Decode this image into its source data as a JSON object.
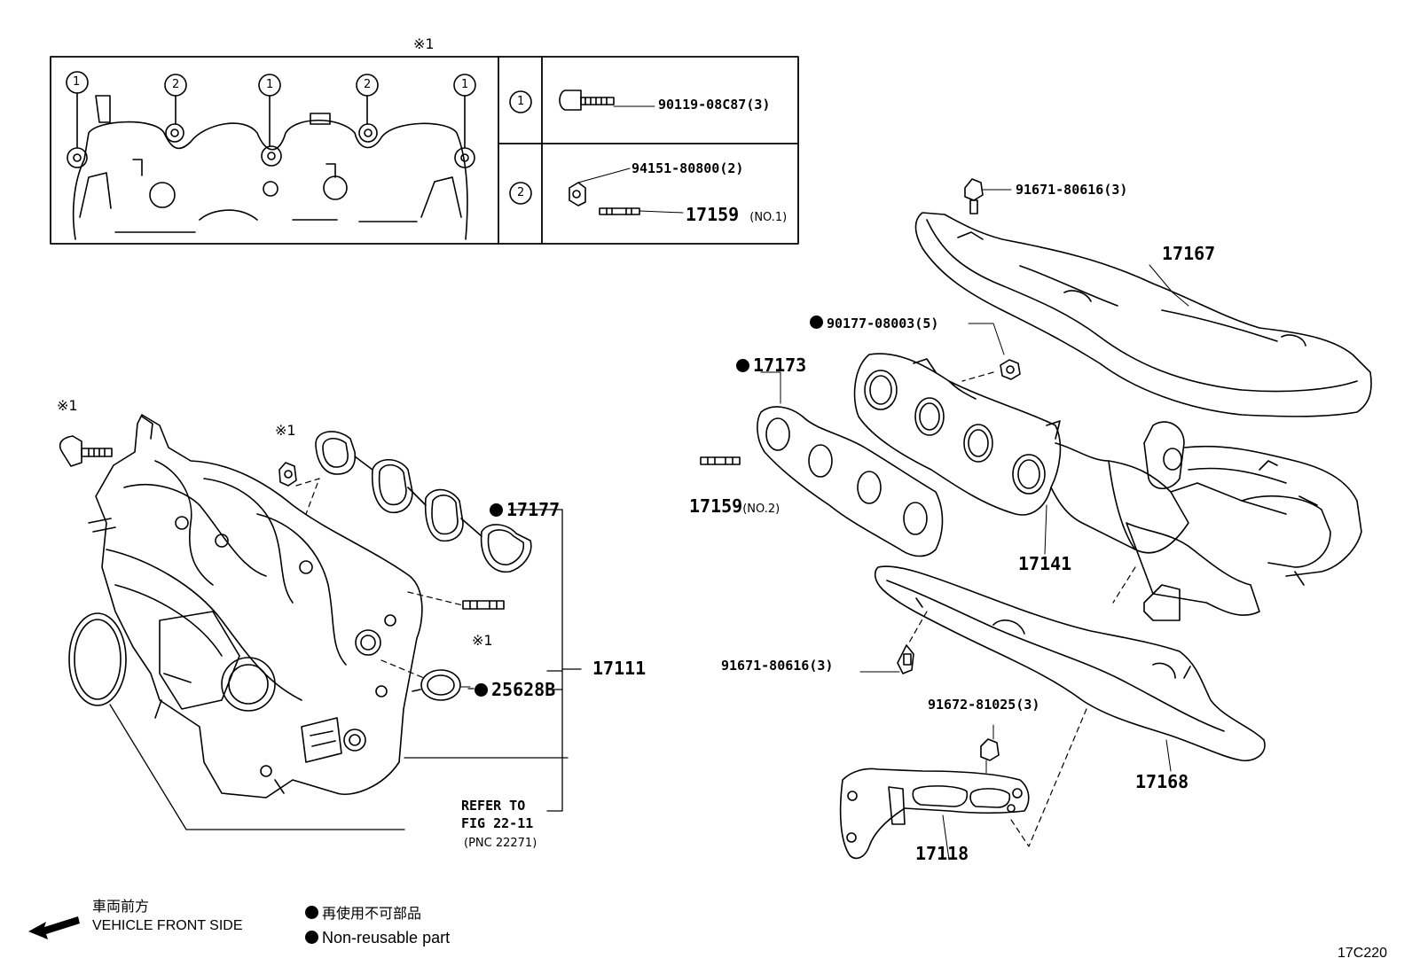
{
  "inset": {
    "mark": "※1",
    "callouts": [
      "1",
      "2",
      "1",
      "2",
      "1"
    ],
    "rows": [
      {
        "num": "1",
        "part": "90119-08C87",
        "qty": "(3)"
      },
      {
        "num": "2",
        "part": "94151-80800",
        "qty": "(2)",
        "part2": "17159",
        "note2": "(NO.1)"
      }
    ]
  },
  "left": {
    "mark_bolt": "※1",
    "mark_nut": "※1",
    "mark_stud": "※1",
    "p17177": "17177",
    "p25628b": "25628B",
    "p17111": "17111",
    "refer": [
      "REFER TO",
      "FIG 22-11",
      "(PNC 22271)"
    ]
  },
  "right": {
    "p91671_top": "91671-80616(3)",
    "p17167": "17167",
    "p90177": "90177-08003(5)",
    "p17173": "17173",
    "p17159": "17159",
    "p17159_note": "(NO.2)",
    "p17141": "17141",
    "p91671_bot": "91671-80616(3)",
    "p91672": "91672-81025(3)",
    "p17168": "17168",
    "p17118": "17118"
  },
  "legend": {
    "front_jp": "車両前方",
    "front_en": "VEHICLE FRONT SIDE",
    "nonreuse_jp": "再使用不可部品",
    "nonreuse_en": "Non-reusable part"
  },
  "figure_code": "17C220"
}
